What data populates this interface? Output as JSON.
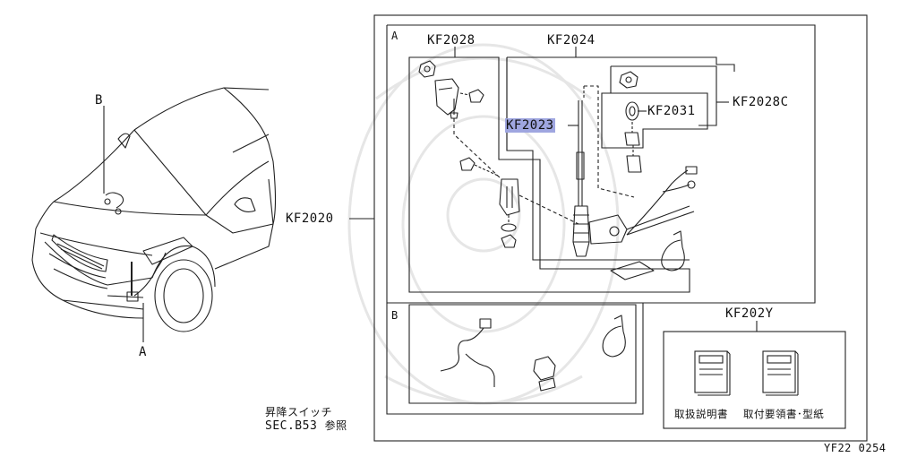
{
  "callouts": {
    "car_point_b": "B",
    "car_point_a": "A",
    "main_assembly": "KF2020",
    "antenna_assembly": "KF2024",
    "bracket_set": "KF2028",
    "mast": "KF2023",
    "fastener_set": "KF2028C",
    "ring_part": "KF2031",
    "documents_set": "KF202Y"
  },
  "section_labels": {
    "section_a": "A",
    "section_b": "B"
  },
  "documents": {
    "manual": "取扱説明書",
    "install_guide": "取付要領書･型紙"
  },
  "note": {
    "line1": "昇降スイッチ",
    "line2_prefix": "SEC.B53",
    "line2_suffix": "参照"
  },
  "figure_code": "YF22 0254",
  "colors": {
    "line": "#111111",
    "highlight": "#9fa6e0",
    "watermark": "#e4e4e4"
  }
}
